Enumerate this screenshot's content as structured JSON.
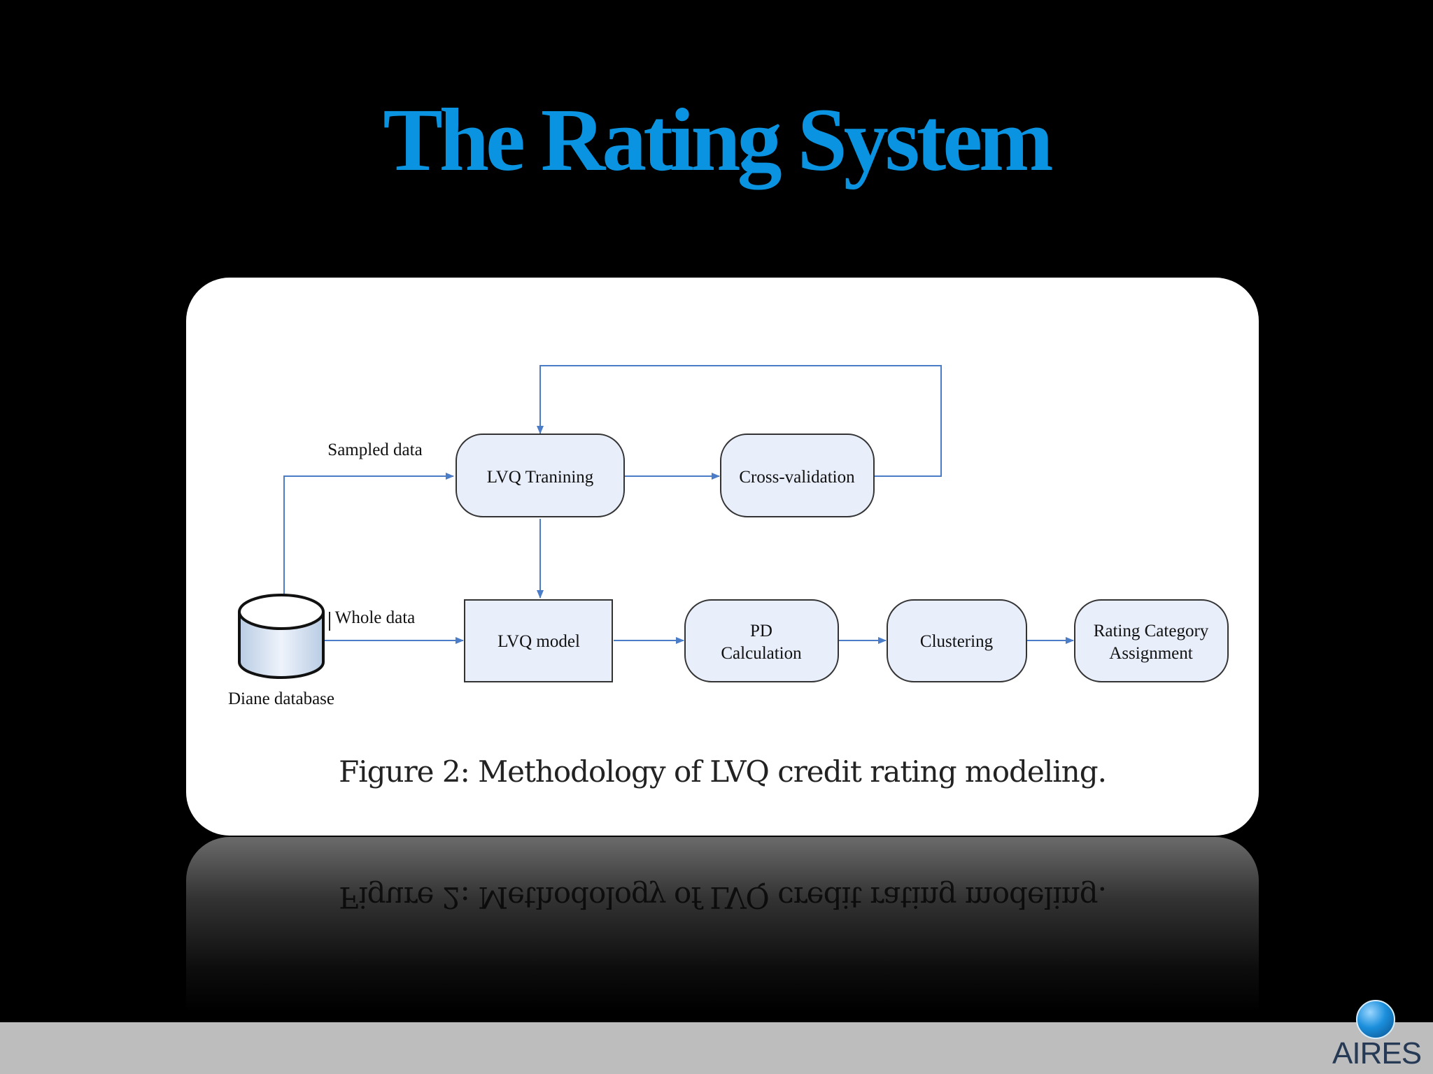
{
  "slide": {
    "title": "The Rating System"
  },
  "diagram": {
    "nodes": {
      "lvq_training": "LVQ Tranining",
      "cross_validation": "Cross-validation",
      "lvq_model": "LVQ model",
      "pd_calc_line1": "PD",
      "pd_calc_line2": "Calculation",
      "clustering": "Clustering",
      "rating_line1": "Rating Category",
      "rating_line2": "Assignment",
      "database": "Diane database"
    },
    "edge_labels": {
      "sampled": "Sampled data",
      "whole": "Whole data"
    },
    "caption": "Figure 2:  Methodology of LVQ credit rating modeling.",
    "colors": {
      "node_fill": "#e8eefa",
      "node_stroke": "#333333",
      "edge": "#4a7cc7"
    }
  },
  "footer": {
    "logo_text": "AIRES"
  }
}
